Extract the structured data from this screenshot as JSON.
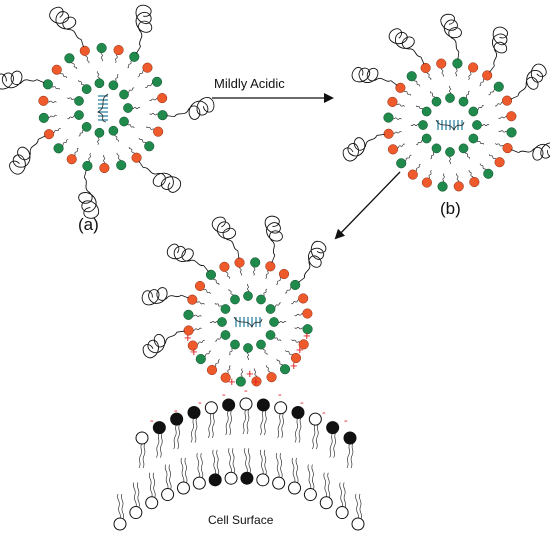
{
  "colors": {
    "green": "#1f8a4c",
    "orange": "#ee5a2c",
    "black": "#111111",
    "white": "#ffffff",
    "plus": "#e02020",
    "minus": "#e02020",
    "dna": "#3a8fa8"
  },
  "labels": {
    "stage_a": "(a)",
    "stage_b": "(b)",
    "condition": "Mildly Acidic",
    "membrane": "Cell Surface"
  },
  "icons": {
    "arrow": "arrow-icon",
    "charge_plus": "+",
    "charge_minus": "-"
  }
}
